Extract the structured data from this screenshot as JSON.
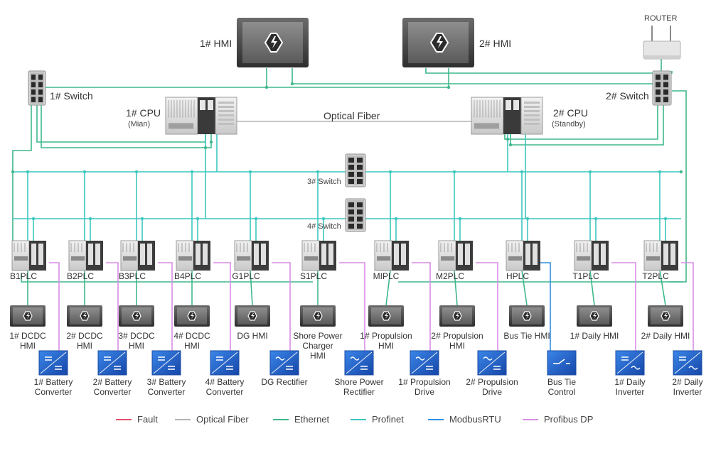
{
  "hmi_top": [
    {
      "label": "1# HMI"
    },
    {
      "label": "2# HMI"
    }
  ],
  "router": {
    "label": "ROUTER"
  },
  "switches": [
    {
      "label": "1# Switch"
    },
    {
      "label": "2# Switch"
    },
    {
      "label": "3# Switch"
    },
    {
      "label": "4# Switch"
    }
  ],
  "cpus": [
    {
      "label": "1# CPU",
      "sub": "(Mian)"
    },
    {
      "label": "2# CPU",
      "sub": "(Standby)"
    }
  ],
  "fiber_label": "Optical Fiber",
  "plcs": [
    {
      "label": "B1PLC",
      "hmi": [
        "1# DCDC",
        "HMI"
      ],
      "device": [
        "1# Battery",
        "Converter"
      ],
      "dev_icon": "dcdc"
    },
    {
      "label": "B2PLC",
      "hmi": [
        "2# DCDC",
        "HMI"
      ],
      "device": [
        "2# Battery",
        "Converter"
      ],
      "dev_icon": "dcdc"
    },
    {
      "label": "B3PLC",
      "hmi": [
        "3# DCDC",
        "HMI"
      ],
      "device": [
        "3# Battery",
        "Converter"
      ],
      "dev_icon": "dcdc"
    },
    {
      "label": "B4PLC",
      "hmi": [
        "4# DCDC",
        "HMI"
      ],
      "device": [
        "4# Battery",
        "Converter"
      ],
      "dev_icon": "dcdc"
    },
    {
      "label": "G1PLC",
      "hmi": [
        "DG  HMI"
      ],
      "device": [
        "DG Rectifier"
      ],
      "dev_icon": "acdc"
    },
    {
      "label": "S1PLC",
      "hmi": [
        "Shore Power",
        "Charger",
        "HMI"
      ],
      "device": [
        "Shore Power",
        "Rectifier"
      ],
      "dev_icon": "acdc"
    },
    {
      "label": "MIPLC",
      "hmi": [
        "1# Propulsion",
        "HMI"
      ],
      "device": [
        "1# Propulsion",
        "Drive"
      ],
      "dev_icon": "acdc"
    },
    {
      "label": "M2PLC",
      "hmi": [
        "2# Propulsion",
        "HMI"
      ],
      "device": [
        "2# Propulsion",
        "Drive"
      ],
      "dev_icon": "acdc"
    },
    {
      "label": "HPLC",
      "hmi": [
        "Bus Tie  HMI"
      ],
      "device": [
        "Bus Tie",
        "Control"
      ],
      "dev_icon": "breaker"
    },
    {
      "label": "T1PLC",
      "hmi": [
        "1# Daily HMI"
      ],
      "device": [
        "1# Daily",
        "Inverter"
      ],
      "dev_icon": "dcac"
    },
    {
      "label": "T2PLC",
      "hmi": [
        "2# Daily  HMI"
      ],
      "device": [
        "2# Daily",
        "Inverter"
      ],
      "dev_icon": "dcac"
    }
  ],
  "legend": [
    {
      "label": "Fault",
      "color": "#e0506e"
    },
    {
      "label": "Optical Fiber",
      "color": "#b4b4b4"
    },
    {
      "label": "Ethernet",
      "color": "#3fb88a"
    },
    {
      "label": "Profinet",
      "color": "#3cc7c0"
    },
    {
      "label": "ModbusRTU",
      "color": "#2f8fe0"
    },
    {
      "label": "Profibus DP",
      "color": "#d98ee6"
    }
  ],
  "colors": {
    "ethernet": "#3fb88a",
    "profinet": "#3cc7c0",
    "modbus": "#2f8fe0",
    "profibus": "#d98ee6",
    "fiber": "#b4b4b4",
    "fault": "#e0506e",
    "device_blue": "#1f5fbf"
  }
}
